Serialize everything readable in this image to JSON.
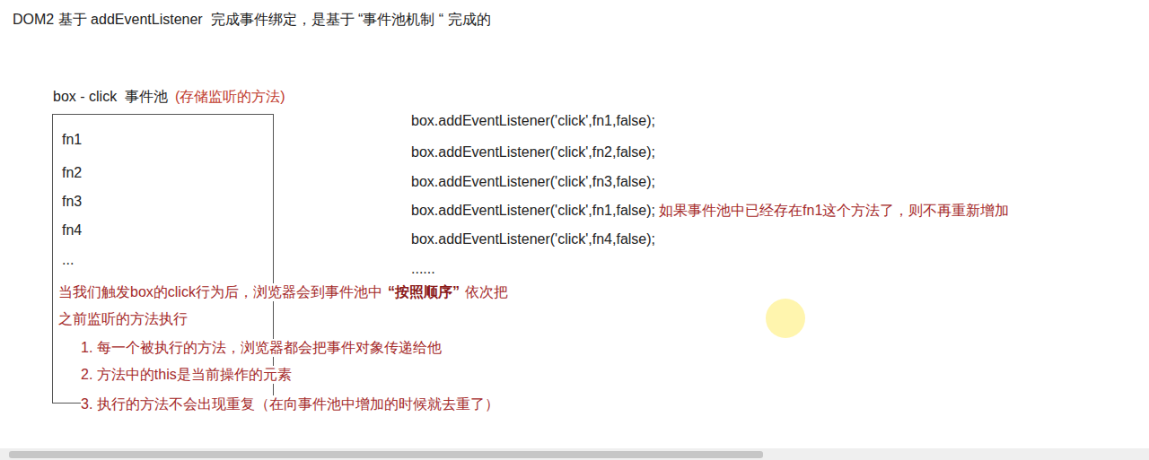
{
  "diagram": {
    "title": "DOM2 基于 addEventListener  完成事件绑定，是基于 “事件池机制 “ 完成的",
    "nodes": [
      {
        "text": [
          "box - click  事件池",
          "(存储监听的方法)",
          "fn1",
          "fn2",
          "fn3",
          "fn4",
          "..."
        ]
      }
    ],
    "labels": [
      "box.addEventListener('click',fn1,false);",
      "box.addEventListener('click',fn2,false);",
      "box.addEventListener('click',fn3,false);",
      "box.addEventListener('click',fn1,false);",
      "如果事件池中已经存在fn1这个方法了，则不再重新增加",
      "box.addEventListener('click',fn4,false);",
      "......",
      "当我们触发box的click行为后，浏览器会到事件池中",
      "“按照顺序”",
      "依次把",
      "之前监听的方法执行",
      "1. 每一个被执行的方法，浏览器都会把事件对象传递给他",
      "2. 方法中的this是当前操作的元素",
      "3. 执行的方法不会出现重复（在向事件池中增加的时候就去重了）"
    ]
  }
}
